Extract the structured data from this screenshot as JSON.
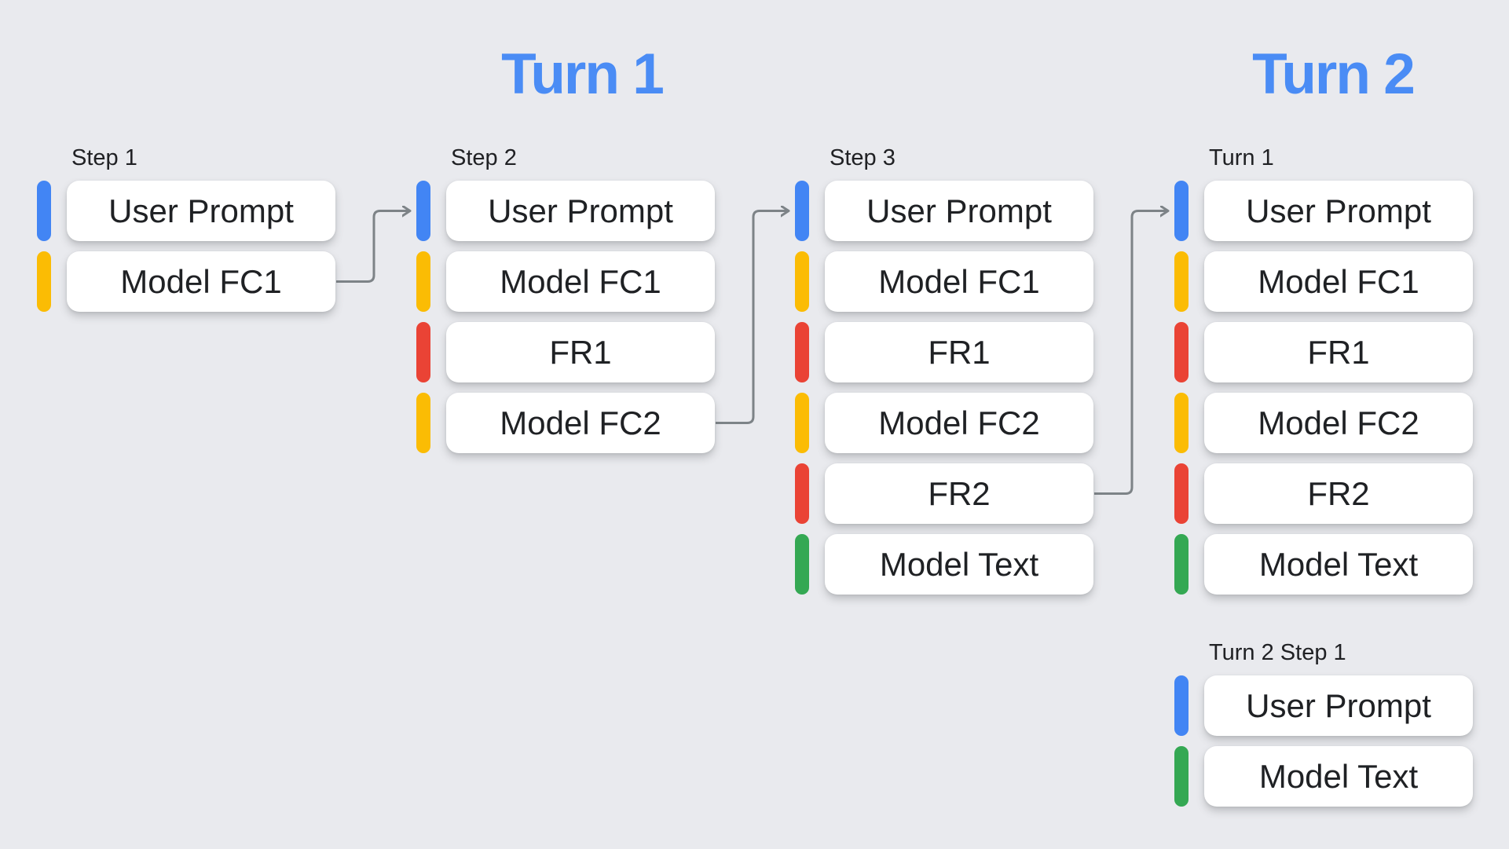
{
  "titles": {
    "turn1": "Turn 1",
    "turn2": "Turn 2"
  },
  "colors": {
    "background": "#E9EAEE",
    "title": "#4A8CF5",
    "label": "#202124",
    "box_text": "#1F2124",
    "box_bg": "#FFFFFF",
    "arrow": "#7D8387"
  },
  "palette": {
    "user_prompt": "#4285F4",
    "model_function_call": "#FBBC04",
    "function_response": "#EA4335",
    "model_text": "#34A853"
  },
  "groups": [
    {
      "label": "Step 1",
      "items": [
        {
          "text": "User Prompt",
          "type": "user_prompt"
        },
        {
          "text": "Model FC1",
          "type": "model_function_call"
        }
      ]
    },
    {
      "label": "Step 2",
      "items": [
        {
          "text": "User Prompt",
          "type": "user_prompt"
        },
        {
          "text": "Model FC1",
          "type": "model_function_call"
        },
        {
          "text": "FR1",
          "type": "function_response"
        },
        {
          "text": "Model FC2",
          "type": "model_function_call"
        }
      ]
    },
    {
      "label": "Step 3",
      "items": [
        {
          "text": "User Prompt",
          "type": "user_prompt"
        },
        {
          "text": "Model FC1",
          "type": "model_function_call"
        },
        {
          "text": "FR1",
          "type": "function_response"
        },
        {
          "text": "Model FC2",
          "type": "model_function_call"
        },
        {
          "text": "FR2",
          "type": "function_response"
        },
        {
          "text": "Model Text",
          "type": "model_text"
        }
      ]
    },
    {
      "label": "Turn 1",
      "items": [
        {
          "text": "User Prompt",
          "type": "user_prompt"
        },
        {
          "text": "Model FC1",
          "type": "model_function_call"
        },
        {
          "text": "FR1",
          "type": "function_response"
        },
        {
          "text": "Model FC2",
          "type": "model_function_call"
        },
        {
          "text": "FR2",
          "type": "function_response"
        },
        {
          "text": "Model Text",
          "type": "model_text"
        }
      ]
    },
    {
      "label": "Turn 2 Step 1",
      "items": [
        {
          "text": "User Prompt",
          "type": "user_prompt"
        },
        {
          "text": "Model Text",
          "type": "model_text"
        }
      ]
    }
  ],
  "connections": [
    {
      "from_group": 0,
      "from_item": 1,
      "to_group": 1,
      "to_item": 0
    },
    {
      "from_group": 1,
      "from_item": 3,
      "to_group": 2,
      "to_item": 0
    },
    {
      "from_group": 2,
      "from_item": 4,
      "to_group": 3,
      "to_item": 0
    }
  ]
}
